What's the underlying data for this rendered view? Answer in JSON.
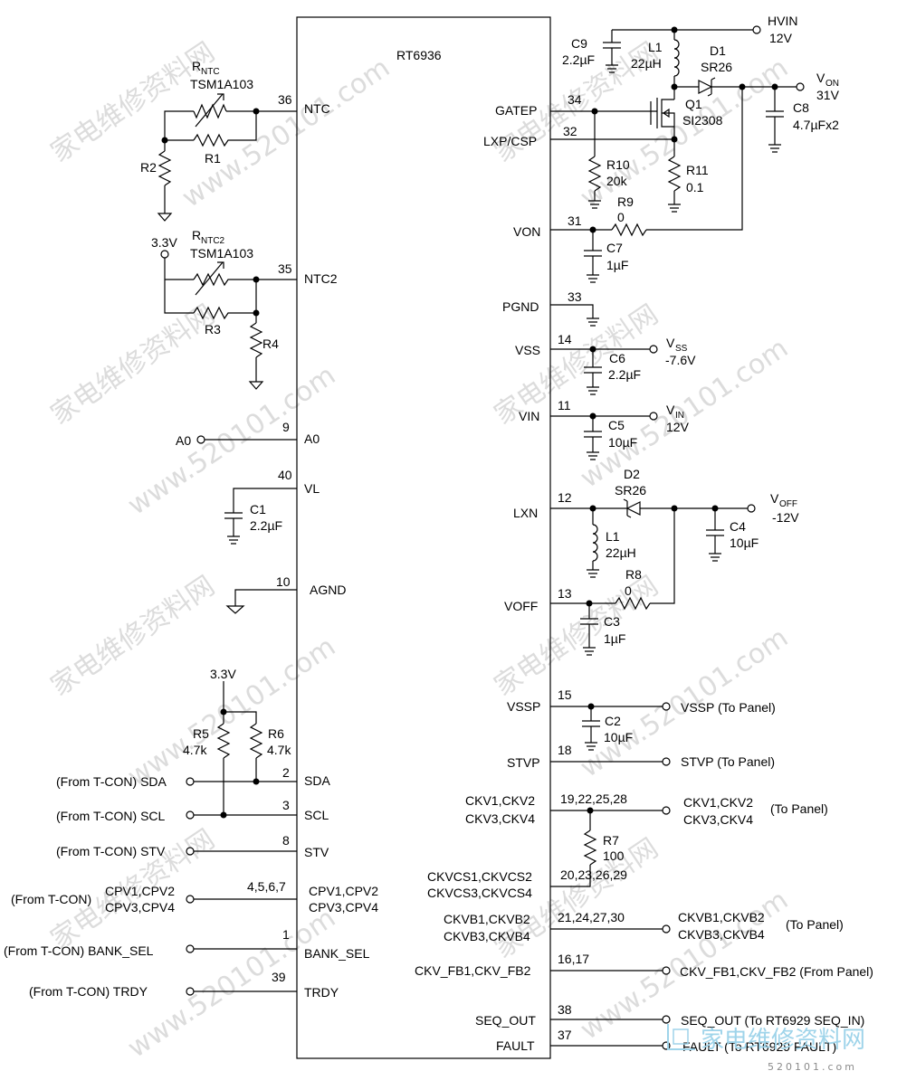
{
  "ic": {
    "name": "RT6936"
  },
  "left_pins": [
    {
      "num": "36",
      "name": "NTC"
    },
    {
      "num": "35",
      "name": "NTC2"
    },
    {
      "num": "9",
      "name": "A0"
    },
    {
      "num": "40",
      "name": "VL"
    },
    {
      "num": "10",
      "name": "AGND"
    },
    {
      "num": "2",
      "name": "SDA"
    },
    {
      "num": "3",
      "name": "SCL"
    },
    {
      "num": "8",
      "name": "STV"
    },
    {
      "num": "4,5,6,7",
      "name": "CPV1,CPV2",
      "name2": "CPV3,CPV4"
    },
    {
      "num": "1",
      "name": "BANK_SEL"
    },
    {
      "num": "39",
      "name": "TRDY"
    }
  ],
  "right_pins": [
    {
      "num": "34",
      "name": "GATEP"
    },
    {
      "num": "32",
      "name": "LXP/CSP"
    },
    {
      "num": "31",
      "name": "VON"
    },
    {
      "num": "33",
      "name": "PGND"
    },
    {
      "num": "14",
      "name": "VSS"
    },
    {
      "num": "11",
      "name": "VIN"
    },
    {
      "num": "12",
      "name": "LXN"
    },
    {
      "num": "13",
      "name": "VOFF"
    },
    {
      "num": "15",
      "name": "VSSP"
    },
    {
      "num": "18",
      "name": "STVP"
    },
    {
      "num": "19,22,25,28",
      "name": "CKV1,CKV2",
      "name2": "CKV3,CKV4"
    },
    {
      "num": "20,23,26,29",
      "name": "CKVCS1,CKVCS2",
      "name2": "CKVCS3,CKVCS4"
    },
    {
      "num": "21,24,27,30",
      "name": "CKVB1,CKVB2",
      "name2": "CKVB3,CKVB4"
    },
    {
      "num": "16,17",
      "name": "CKV_FB1,CKV_FB2"
    },
    {
      "num": "38",
      "name": "SEQ_OUT"
    },
    {
      "num": "37",
      "name": "FAULT"
    }
  ],
  "components": {
    "rntc": {
      "ref": "R",
      "sub": "NTC",
      "value": "TSM1A103"
    },
    "r1": {
      "ref": "R1"
    },
    "r2": {
      "ref": "R2"
    },
    "supply_ntc2": {
      "value": "3.3V"
    },
    "rntc2": {
      "ref": "R",
      "sub": "NTC2",
      "value": "TSM1A103"
    },
    "r3": {
      "ref": "R3"
    },
    "r4": {
      "ref": "R4"
    },
    "c1": {
      "ref": "C1",
      "value": "2.2µF"
    },
    "supply_i2c": {
      "value": "3.3V"
    },
    "r5": {
      "ref": "R5",
      "value": "4.7k"
    },
    "r6": {
      "ref": "R6",
      "value": "4.7k"
    },
    "c9": {
      "ref": "C9",
      "value": "2.2µF"
    },
    "l1_top": {
      "ref": "L1",
      "value": "22µH"
    },
    "d1": {
      "ref": "D1",
      "value": "SR26"
    },
    "q1": {
      "ref": "Q1",
      "value": "SI2308"
    },
    "c8": {
      "ref": "C8",
      "value": "4.7µFx2"
    },
    "r10": {
      "ref": "R10",
      "value": "20k"
    },
    "r11": {
      "ref": "R11",
      "value": "0.1"
    },
    "r9": {
      "ref": "R9",
      "value": "0"
    },
    "c7": {
      "ref": "C7",
      "value": "1µF"
    },
    "c6": {
      "ref": "C6",
      "value": "2.2µF"
    },
    "c5": {
      "ref": "C5",
      "value": "10µF"
    },
    "d2": {
      "ref": "D2",
      "value": "SR26"
    },
    "l1_bot": {
      "ref": "L1",
      "value": "22µH"
    },
    "c4": {
      "ref": "C4",
      "value": "10µF"
    },
    "r8": {
      "ref": "R8",
      "value": "0"
    },
    "c3": {
      "ref": "C3",
      "value": "1µF"
    },
    "c2": {
      "ref": "C2",
      "value": "10µF"
    },
    "r7": {
      "ref": "R7",
      "value": "100"
    }
  },
  "rails": {
    "hvin": {
      "name": "HVIN",
      "value": "12V"
    },
    "von": {
      "name": "V",
      "sub": "ON",
      "value": "31V"
    },
    "vss": {
      "name": "V",
      "sub": "SS",
      "value": "-7.6V"
    },
    "vin": {
      "name": "V",
      "sub": "IN",
      "value": "12V"
    },
    "voff": {
      "name": "V",
      "sub": "OFF",
      "value": "-12V"
    }
  },
  "left_ext": {
    "a0": "A0",
    "sda": "(From T-CON) SDA",
    "scl": "(From T-CON)  SCL",
    "stv": "(From T-CON)  STV",
    "cpv_src": "(From T-CON)",
    "cpv_a": "CPV1,CPV2",
    "cpv_b": "CPV3,CPV4",
    "bank": "(From T-CON) BANK_SEL",
    "trdy": "(From T-CON)   TRDY"
  },
  "right_ext": {
    "vssp": "VSSP (To  Panel)",
    "stvp": "STVP (To  Panel)",
    "ckv_a": "CKV1,CKV2",
    "ckv_b": "CKV3,CKV4",
    "ckv_to": "(To  Panel)",
    "ckvb_a": "CKVB1,CKVB2",
    "ckvb_b": "CKVB3,CKVB4",
    "ckvb_to": "(To  Panel)",
    "ckvfb": "CKV_FB1,CKV_FB2 (From  Panel)",
    "seq": "SEQ_OUT (To RT6929 SEQ_IN)",
    "fault": "FAULT (To RT6929 FAULT)"
  },
  "watermark": {
    "text": "家电维修资料网",
    "url": "www.520101.com",
    "logo": "家电维修资料网",
    "logo_url": "520101.com"
  }
}
